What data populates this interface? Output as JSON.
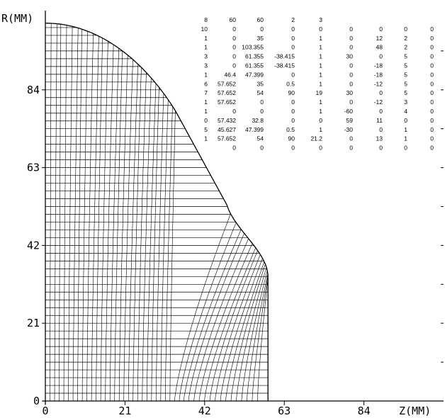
{
  "y_axis_label": "R(MM)",
  "x_axis_label": "Z(MM)",
  "x_ticks": [
    "0",
    "21",
    "42",
    "63",
    "84"
  ],
  "y_ticks": [
    "0",
    "21",
    "42",
    "63",
    "84"
  ],
  "x_range": [
    0,
    105
  ],
  "y_range": [
    0,
    105
  ],
  "parameter_table": [
    [
      "8",
      "60",
      "60",
      "2",
      "3",
      "",
      "",
      "",
      ""
    ],
    [
      "10",
      "0",
      "0",
      "0",
      "0",
      "0",
      "0",
      "0",
      "0"
    ],
    [
      "1",
      "0",
      "35",
      "0",
      "1",
      "0",
      "12",
      "2",
      "0"
    ],
    [
      "1",
      "0",
      "103.355",
      "0",
      "1",
      "0",
      "48",
      "2",
      "0"
    ],
    [
      "3",
      "0",
      "61.355",
      "-38.415",
      "1",
      "30",
      "0",
      "5",
      "0"
    ],
    [
      "3",
      "0",
      "61.355",
      "-38.415",
      "1",
      "0",
      "-18",
      "5",
      "0"
    ],
    [
      "1",
      "46.4",
      "47.399",
      "0",
      "1",
      "0",
      "-18",
      "5",
      "0"
    ],
    [
      "6",
      "57.652",
      "35",
      "0.5",
      "1",
      "0",
      "-12",
      "5",
      "0"
    ],
    [
      "7",
      "57.652",
      "54",
      "90",
      "19",
      "30",
      "0",
      "5",
      "0"
    ],
    [
      "1",
      "57.652",
      "0",
      "0",
      "1",
      "0",
      "-12",
      "3",
      "0"
    ],
    [
      "1",
      "0",
      "0",
      "0",
      "1",
      "-60",
      "0",
      "4",
      "0"
    ],
    [
      "0",
      "57.432",
      "32.8",
      "0",
      "0",
      "59",
      "11",
      "0",
      "0"
    ],
    [
      "5",
      "45.627",
      "47.399",
      "0.5",
      "1",
      "-30",
      "0",
      "1",
      "0"
    ],
    [
      "1",
      "57.652",
      "54",
      "90",
      "21.2",
      "0",
      "13",
      "1",
      "0"
    ],
    [
      "",
      "0",
      "0",
      "0",
      "0",
      "0",
      "0",
      "0",
      "0"
    ]
  ],
  "line_color": "#000000",
  "background_color": "#ffffff"
}
